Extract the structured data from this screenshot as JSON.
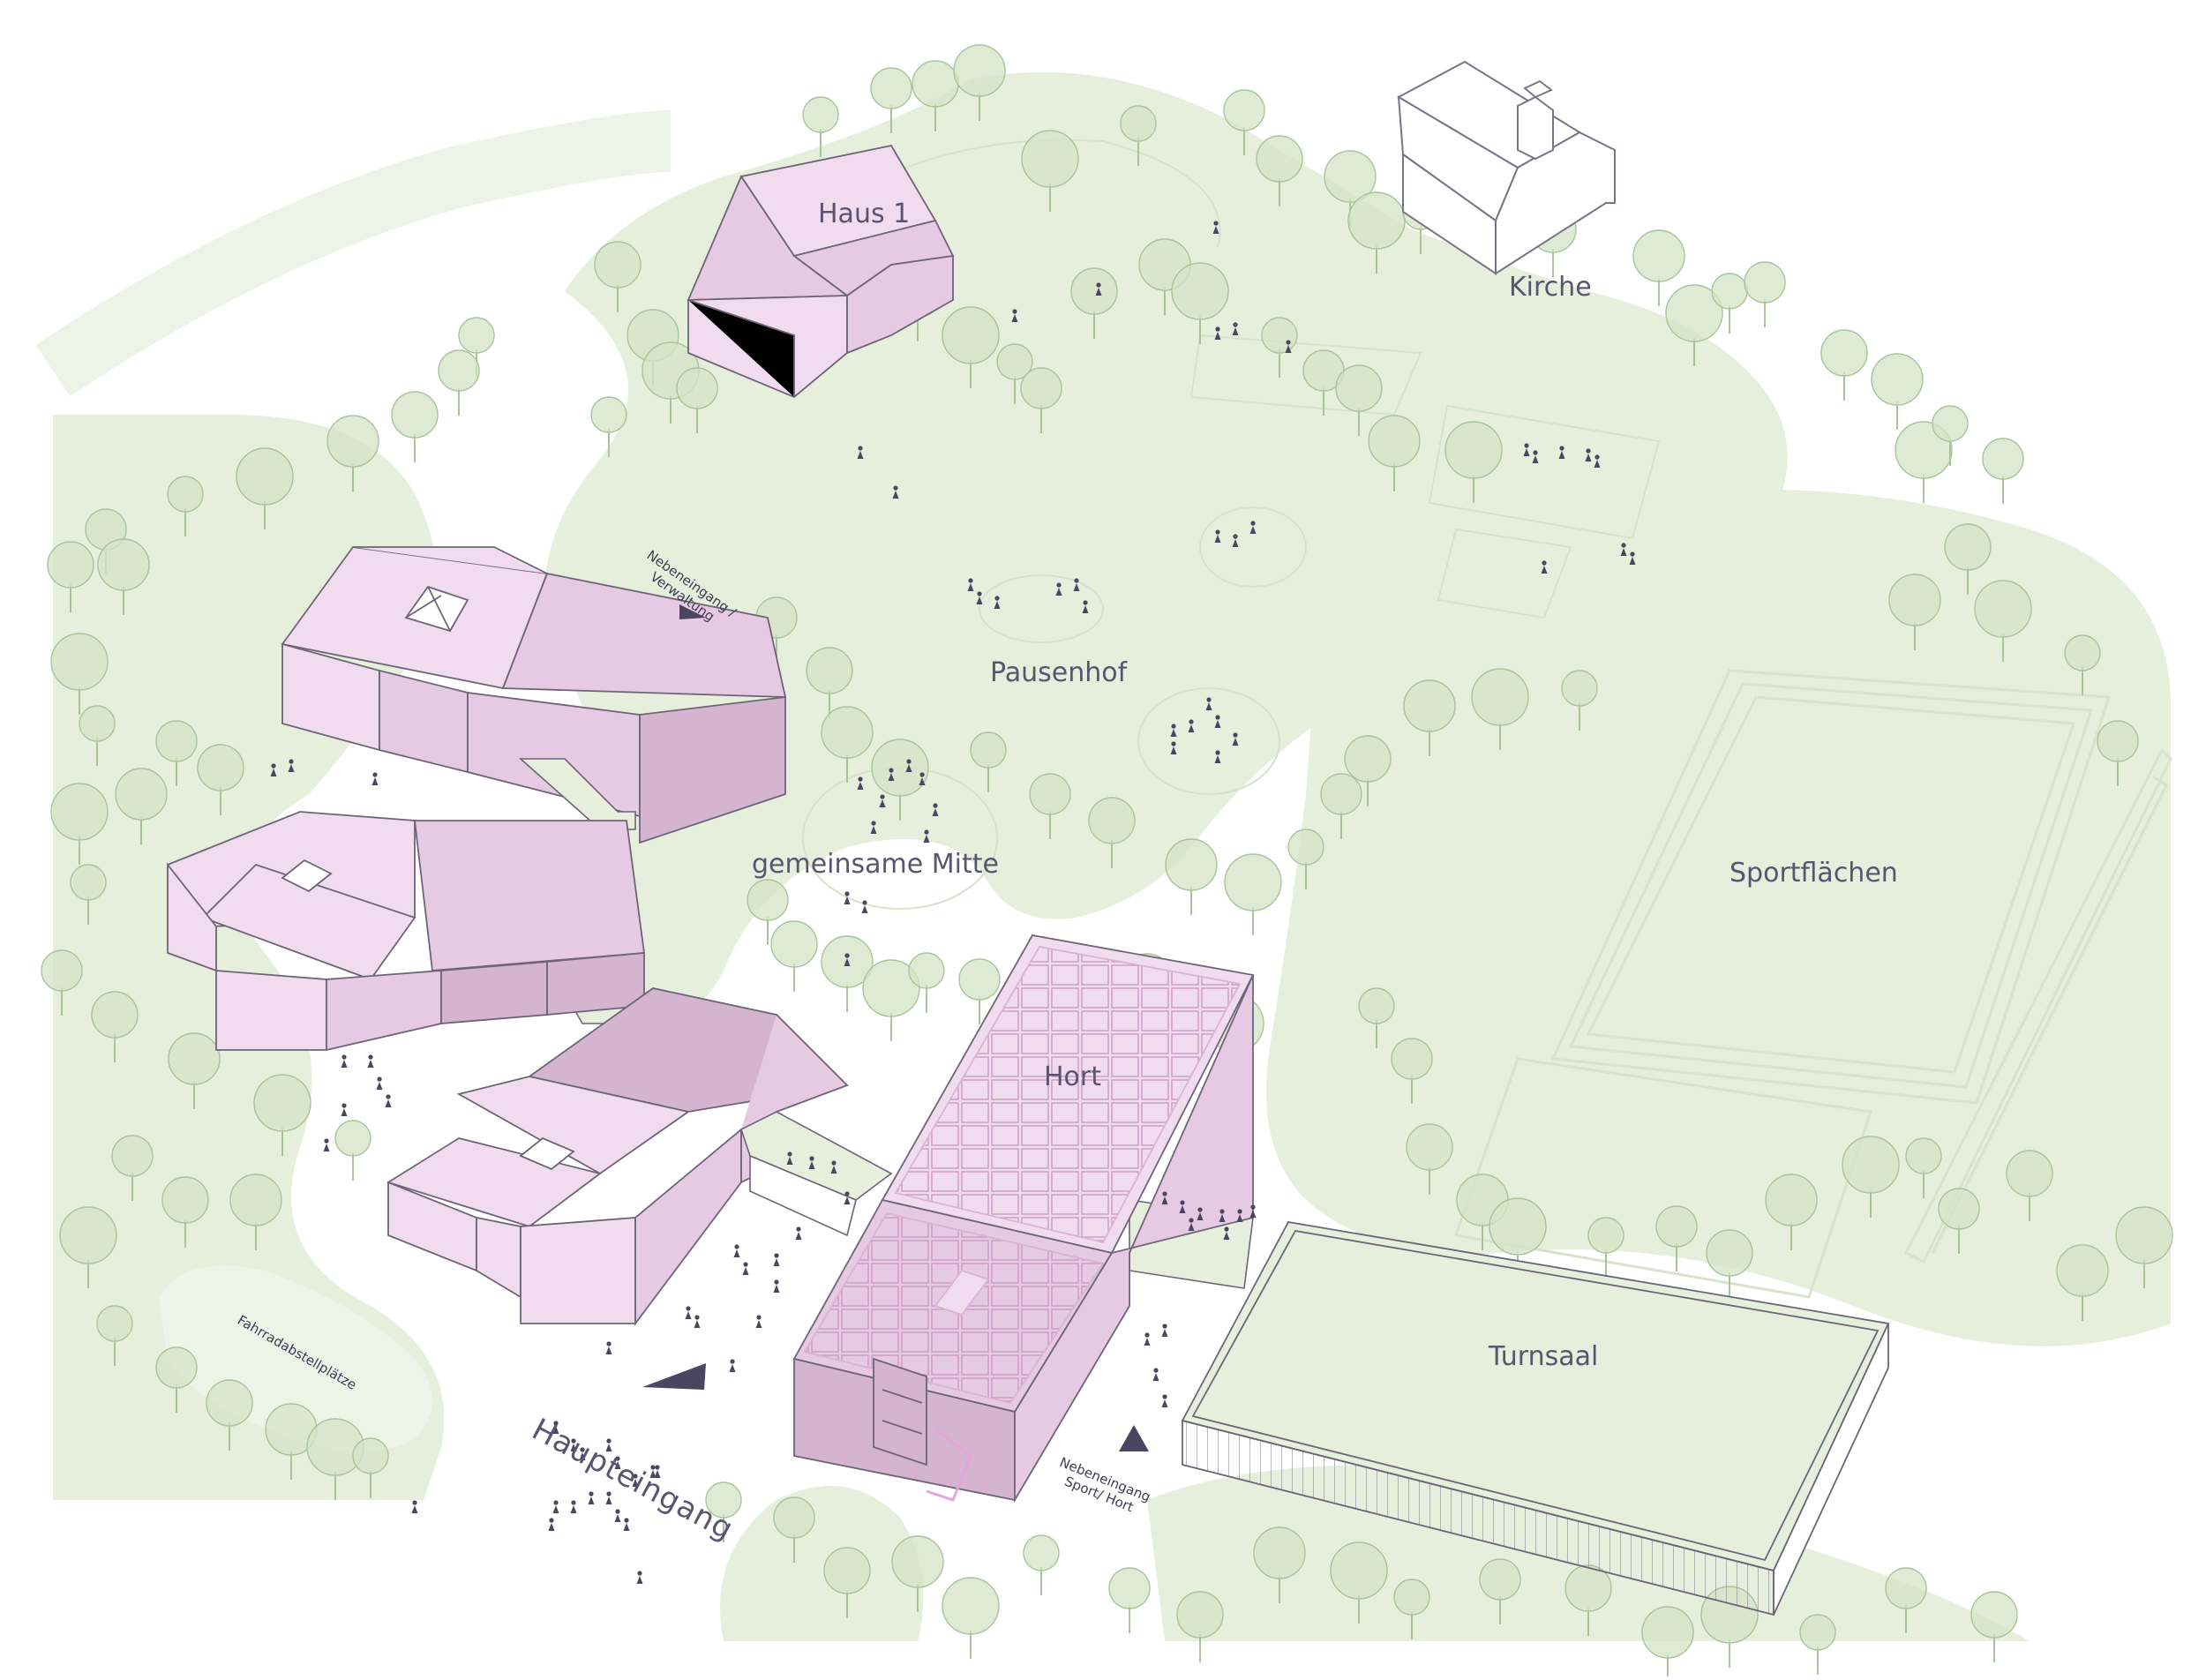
{
  "labels": {
    "haus1": "Haus 1",
    "kirche": "Kirche",
    "pausenhof": "Pausenhof",
    "gemeinsame_mitte": "gemeinsame Mitte",
    "sportflaechen": "Sportflächen",
    "hort": "Hort",
    "turnsaal": "Turnsaal",
    "haupteingang": "Haupteingang",
    "fahrrad": "Fahrradabstellplätze",
    "nebeneingang_verwaltung_1": "Nebeneingang /",
    "nebeneingang_verwaltung_2": "Verwaltung",
    "nebeneingang_sport_1": "Nebeneingang",
    "nebeneingang_sport_2": "Sport/ Hort"
  },
  "colors": {
    "lawn": "#e6eedc",
    "lawn_light": "#eef3e8",
    "tree": "#d4e3c6",
    "tree_stroke": "#a9c49a",
    "building_light": "#f0dcee",
    "building_mid": "#e6c9e2",
    "building_dark": "#d4b4ce",
    "outline": "#6e6478",
    "people": "#4a4560",
    "arrow": "#4a4560"
  }
}
